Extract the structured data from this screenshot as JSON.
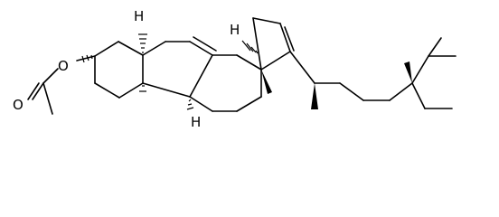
{
  "molecule": {
    "atom_labels": {
      "acetate_ether_oxygen": "O",
      "acetate_carbonyl_oxygen": "O",
      "h_c5": "H",
      "h_c9": "H",
      "h_c14": "H"
    },
    "colors": {
      "bond": "#000000",
      "background": "#ffffff"
    }
  }
}
